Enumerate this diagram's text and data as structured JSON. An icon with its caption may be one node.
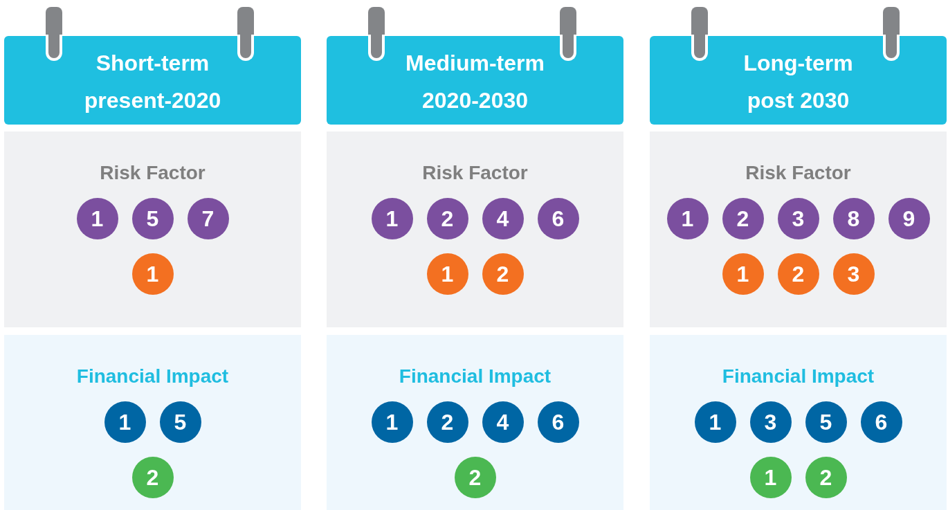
{
  "diagram": {
    "nodes": [
      {
        "text": [
          "Short-term",
          "present-2020"
        ]
      },
      {
        "text": [
          "Risk Factor"
        ]
      },
      {
        "text": [
          "1"
        ],
        "in": 1
      },
      {
        "text": [
          "5"
        ],
        "in": 1
      },
      {
        "text": [
          "7"
        ],
        "in": 1
      },
      {
        "text": [
          "1"
        ],
        "in": 1
      },
      {
        "text": [
          "Financial Impact"
        ]
      },
      {
        "text": [
          "1"
        ],
        "in": 6
      },
      {
        "text": [
          "5"
        ],
        "in": 6
      },
      {
        "text": [
          "2"
        ],
        "in": 6
      },
      {
        "text": [
          "Medium-term",
          "2020-2030"
        ]
      },
      {
        "text": [
          "Risk Factor"
        ]
      },
      {
        "text": [
          "1"
        ],
        "in": 11
      },
      {
        "text": [
          "2"
        ],
        "in": 11
      },
      {
        "text": [
          "4"
        ],
        "in": 11
      },
      {
        "text": [
          "6"
        ],
        "in": 11
      },
      {
        "text": [
          "1"
        ],
        "in": 11
      },
      {
        "text": [
          "2"
        ],
        "in": 11
      },
      {
        "text": [
          "Financial Impact"
        ]
      },
      {
        "text": [
          "1"
        ],
        "in": 18
      },
      {
        "text": [
          "2"
        ],
        "in": 18
      },
      {
        "text": [
          "4"
        ],
        "in": 18
      },
      {
        "text": [
          "6"
        ],
        "in": 18
      },
      {
        "text": [
          "2"
        ],
        "in": 18
      },
      {
        "text": [
          "Long-term",
          "post 2030"
        ]
      },
      {
        "text": [
          "Risk Factor"
        ]
      },
      {
        "text": [
          "1"
        ],
        "in": 25
      },
      {
        "text": [
          "2"
        ],
        "in": 25
      },
      {
        "text": [
          "3"
        ],
        "in": 25
      },
      {
        "text": [
          "8"
        ],
        "in": 25
      },
      {
        "text": [
          "9"
        ],
        "in": 25
      },
      {
        "text": [
          "1"
        ],
        "in": 25
      },
      {
        "text": [
          "2"
        ],
        "in": 25
      },
      {
        "text": [
          "3"
        ],
        "in": 25
      },
      {
        "text": [
          "Financial Impact"
        ]
      },
      {
        "text": [
          "1"
        ],
        "in": 34
      },
      {
        "text": [
          "3"
        ],
        "in": 34
      },
      {
        "text": [
          "5"
        ],
        "in": 34
      },
      {
        "text": [
          "6"
        ],
        "in": 34
      },
      {
        "text": [
          "1"
        ],
        "in": 34
      },
      {
        "text": [
          "2"
        ],
        "in": 34
      }
    ]
  }
}
